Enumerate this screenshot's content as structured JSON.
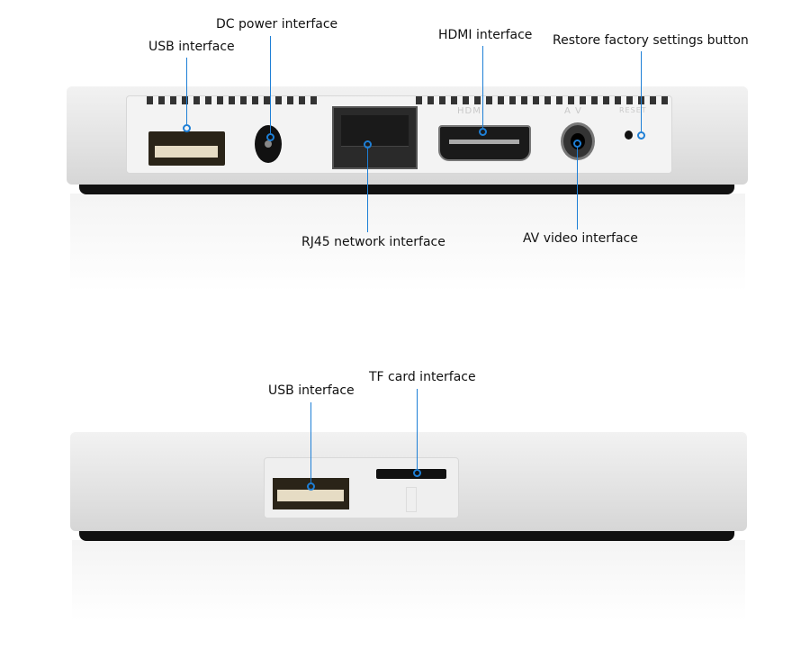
{
  "top_device": {
    "callouts": {
      "usb": "USB interface",
      "dc_power": "DC power interface",
      "hdmi": "HDMI interface",
      "reset": "Restore factory settings button",
      "rj45": "RJ45 network interface",
      "av": "AV video interface"
    },
    "panel_print": {
      "hdmi": "HDMI",
      "av": "A V",
      "reset": "RESET"
    }
  },
  "bottom_device": {
    "callouts": {
      "usb": "USB interface",
      "tf": "TF card interface"
    }
  },
  "colors": {
    "callout": "#1e7fd6",
    "device": "#e8e8e8"
  }
}
